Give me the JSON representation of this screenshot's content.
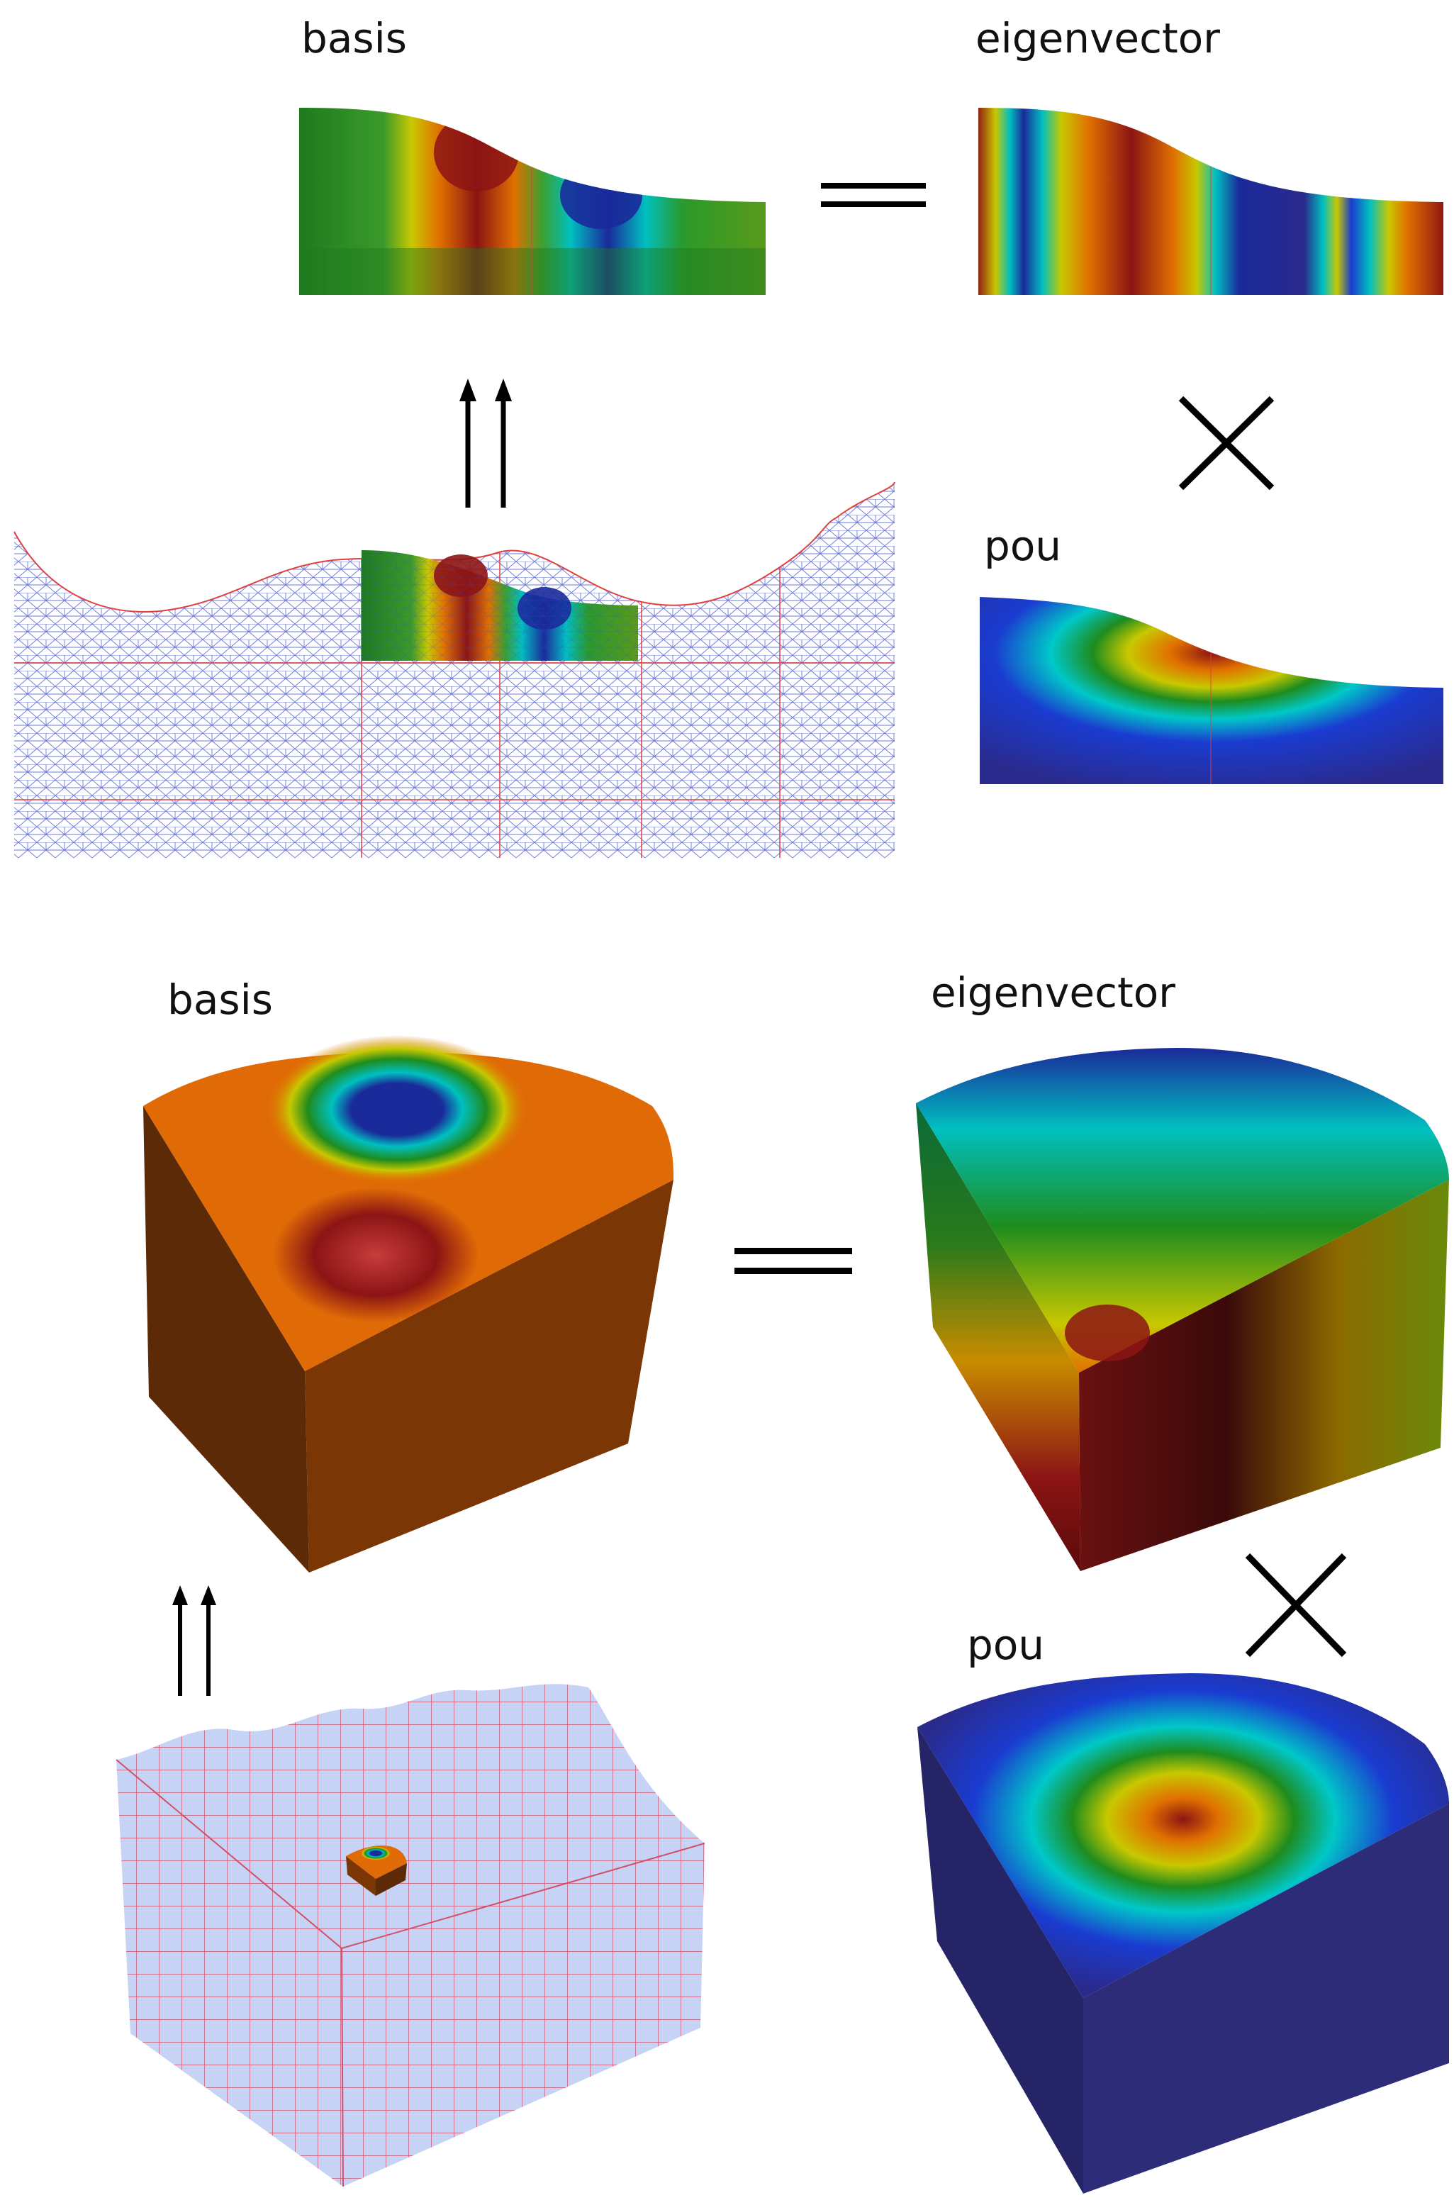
{
  "labels": {
    "top_basis": "basis",
    "top_eigenvector": "eigenvector",
    "top_pou": "pou",
    "bottom_basis": "basis",
    "bottom_eigenvector": "eigenvector",
    "bottom_pou": "pou"
  },
  "colormap": [
    "#2a2a8c",
    "#1a3cd0",
    "#00c8c8",
    "#1e8c1e",
    "#c8c800",
    "#e07800",
    "#8c1414"
  ],
  "colors": {
    "mesh_edge": "#3c4cc8",
    "subdomain_line": "#e04040",
    "hex_mesh_fill": "#c7d3f5",
    "hex_mesh_edge": "#d0506a",
    "arrow": "#000000"
  }
}
